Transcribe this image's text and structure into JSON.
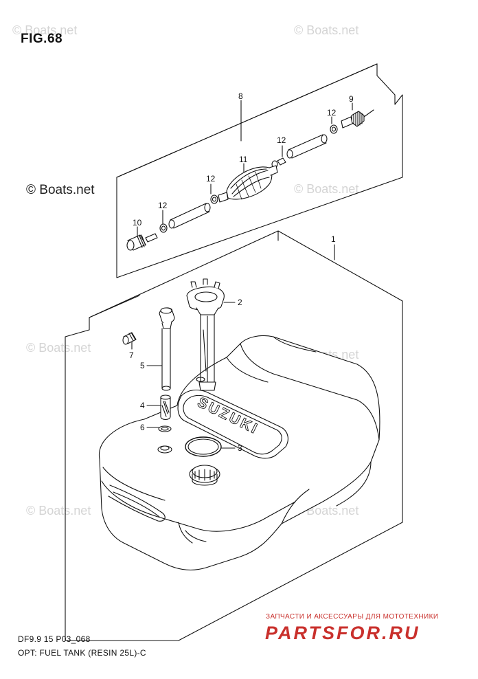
{
  "figure": {
    "title": "FIG.68",
    "code": "DF9.9 15 P03_068",
    "description": "OPT: FUEL TANK (RESIN 25L)-C"
  },
  "watermark": {
    "text": "© Boats.net"
  },
  "shop": {
    "tagline": "ЗАПЧАСТИ И АКСЕССУАРЫ ДЛЯ МОТОТЕХНИКИ",
    "logo": "PARTSFOR.RU"
  },
  "tank": {
    "brand": "SUZUKI"
  },
  "callouts": {
    "c1": "1",
    "c2": "2",
    "c3": "3",
    "c4": "4",
    "c5": "5",
    "c6": "6",
    "c7": "7",
    "c8": "8",
    "c9": "9",
    "c10": "10",
    "c11": "11",
    "c12a": "12",
    "c12b": "12",
    "c12c": "12",
    "c12d": "12"
  }
}
